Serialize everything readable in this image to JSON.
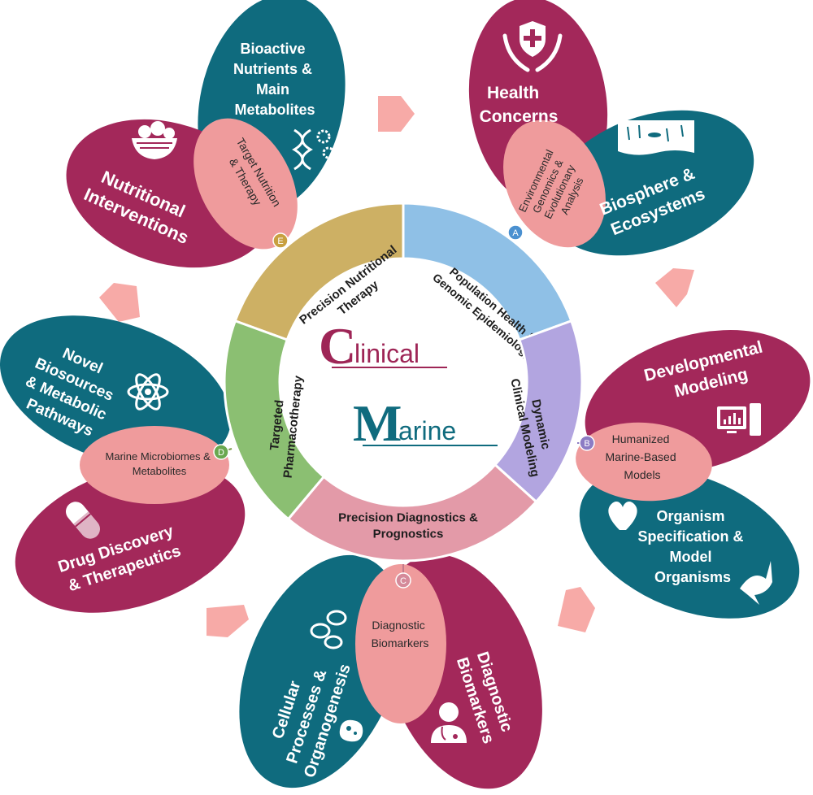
{
  "colors": {
    "magenta": "#a3285a",
    "teal": "#0f6b7e",
    "pink": "#ef9b9c",
    "gold": "#cdb064",
    "blue": "#8fc0e6",
    "lavender": "#b2a5e0",
    "rose": "#e39aa8",
    "green": "#8bbf72",
    "arrow": "#f7aaa7"
  },
  "center": {
    "clinical": {
      "initial": "C",
      "rest": "linical"
    },
    "marine": {
      "initial": "M",
      "rest": "arine"
    }
  },
  "ring": {
    "top_left": [
      "Precision Nutritional",
      "Therapy"
    ],
    "top_right": [
      "Population Health &",
      "Genomic Epidemiology"
    ],
    "right": [
      "Dynamic",
      "Clinical Modeling"
    ],
    "bottom": [
      "Precision Diagnostics &",
      "Prognostics"
    ],
    "left": [
      "Targeted",
      "Pharmacotherapy"
    ]
  },
  "petals": {
    "A": {
      "badge": "A",
      "outer_top": [
        "Health",
        "Concerns"
      ],
      "outer_bottom": [
        "Biosphere &",
        "Ecosystems"
      ],
      "inner": [
        "Environmental",
        "Genomics &",
        "Evolutionary",
        "Analysis"
      ],
      "icons": [
        "hands-health-icon",
        "ocean-ecosystem-icon"
      ]
    },
    "B": {
      "badge": "B",
      "outer_top": [
        "Developmental",
        "Modeling"
      ],
      "outer_bottom": [
        "Organism",
        "Specification &",
        "Model",
        "Organisms"
      ],
      "inner": [
        "Humanized",
        "Marine-Based",
        "Models"
      ],
      "icons": [
        "computer-chart-icon",
        "heart-icon",
        "shark-icon"
      ]
    },
    "C": {
      "badge": "C",
      "outer_left": [
        "Cellular",
        "Processes &",
        "Organogenesis"
      ],
      "outer_right": [
        "Diagnostic",
        "Biomarkers"
      ],
      "inner": [
        "Diagnostic",
        "Biomarkers"
      ],
      "icons": [
        "cells-icon",
        "cell-icon",
        "doctor-icon"
      ]
    },
    "D": {
      "badge": "D",
      "outer_top": [
        "Novel",
        "Biosources",
        "& Metabolic",
        "Pathways"
      ],
      "outer_bottom": [
        "Drug Discovery",
        "& Therapeutics"
      ],
      "inner": [
        "Marine Microbiomes &",
        "Metabolites"
      ],
      "icons": [
        "atom-icon",
        "capsule-icon"
      ]
    },
    "E": {
      "badge": "E",
      "outer_top": [
        "Bioactive",
        "Nutrients &",
        "Main",
        "Metabolites"
      ],
      "outer_left": [
        "Nutritional",
        "Interventions"
      ],
      "inner": [
        "Target Nutrition",
        "& Therapy"
      ],
      "icons": [
        "food-bowl-icon",
        "dna-icon",
        "gears-icon"
      ]
    }
  }
}
